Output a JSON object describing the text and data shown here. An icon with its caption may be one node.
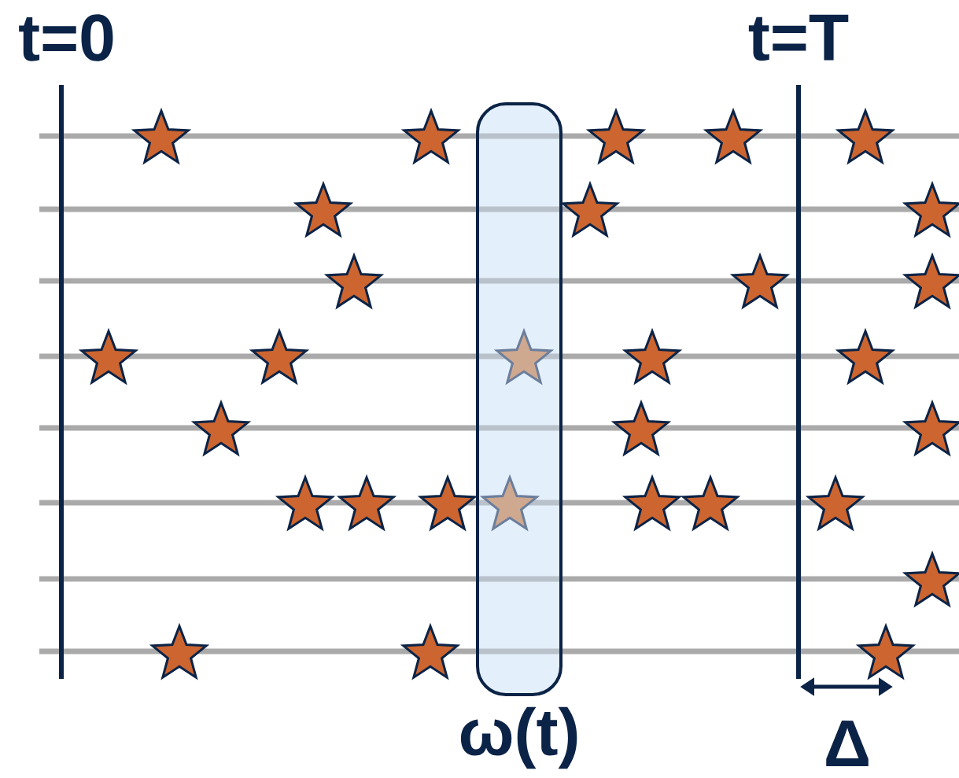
{
  "diagram": {
    "labels": [
      "t=0",
      "t=T",
      "ω(t)",
      "Δ"
    ]
  }
}
